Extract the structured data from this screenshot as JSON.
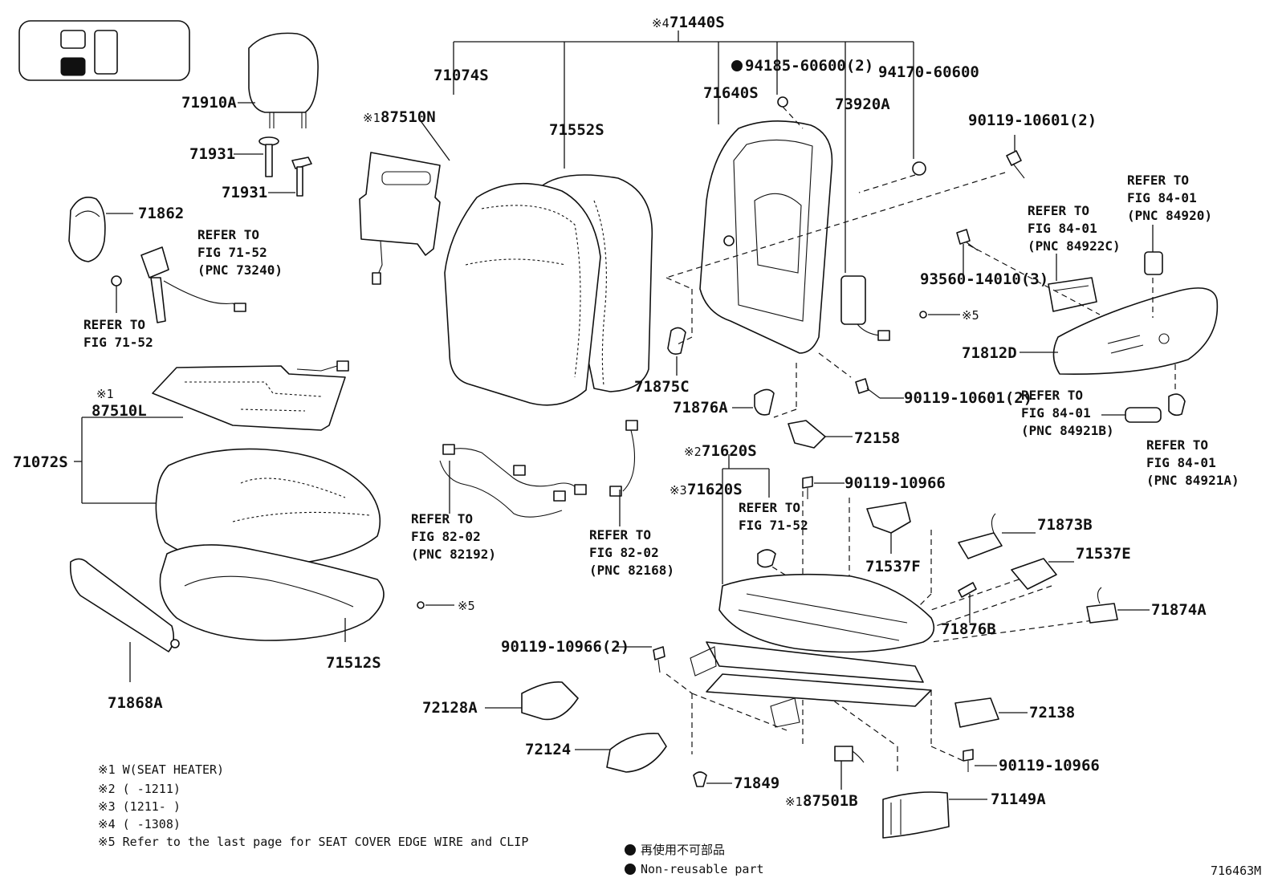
{
  "labels": {
    "assy_71440s": "71440S",
    "mark4": "※4",
    "p71074s": "71074S",
    "p87510n": "87510N",
    "mark1_a": "※1",
    "p71552s": "71552S",
    "p94185": "94185-60600(2)",
    "p94170": "94170-60600",
    "p71640s": "71640S",
    "p73920a": "73920A",
    "p90119_10601_a": "90119-10601(2)",
    "p71910a": "71910A",
    "p71931_a": "71931",
    "p71931_b": "71931",
    "p71862": "71862",
    "p93560": "93560-14010(3)",
    "p71812d": "71812D",
    "p71875c": "71875C",
    "p71876a": "71876A",
    "p90119_10601_b": "90119-10601(2)",
    "mark1_b": "※1",
    "p87510l": "87510L",
    "p71072s": "71072S",
    "p72158": "72158",
    "mark2": "※2",
    "p71620s_a": "71620S",
    "mark3": "※3",
    "p71620s_b": "71620S",
    "p90119_10966_a": "90119-10966",
    "p71873b": "71873B",
    "p71537e": "71537E",
    "p71537f": "71537F",
    "p71874a": "71874A",
    "p71876b": "71876B",
    "p71512s": "71512S",
    "p71868a": "71868A",
    "p90119_10966_b": "90119-10966(2)",
    "p72128a": "72128A",
    "p72124": "72124",
    "p72138": "72138",
    "p90119_10966_c": "90119-10966",
    "p71849": "71849",
    "mark1_c": "※1",
    "p87501b": "87501B",
    "p71149a": "71149A",
    "mark5_a": "※5",
    "mark5_b": "※5",
    "figure_code": "716463M"
  },
  "refs": {
    "belt": [
      "REFER TO",
      "FIG 71-52",
      "(PNC 73240)"
    ],
    "fig7152_left": [
      "REFER TO",
      "FIG 71-52"
    ],
    "switch_84920": [
      "REFER TO",
      "FIG 84-01",
      "(PNC 84920)"
    ],
    "switch_84922c": [
      "REFER TO",
      "FIG 84-01",
      "(PNC 84922C)"
    ],
    "switch_84921b": [
      "REFER TO",
      "FIG 84-01",
      "(PNC 84921B)"
    ],
    "switch_84921a": [
      "REFER TO",
      "FIG 84-01",
      "(PNC 84921A)"
    ],
    "wire_82192": [
      "REFER TO",
      "FIG 82-02",
      "(PNC 82192)"
    ],
    "wire_82168": [
      "REFER TO",
      "FIG 82-02",
      "(PNC 82168)"
    ],
    "fig7152_center": [
      "REFER TO",
      "FIG 71-52"
    ]
  },
  "notes": [
    "※1 W(SEAT HEATER)",
    "※2 (      -1211)",
    "※3 (1211-      )",
    "※4 (      -1308)",
    "※5 Refer to the last page for SEAT COVER EDGE WIRE and CLIP"
  ],
  "legend": {
    "jp": "再使用不可部品",
    "en": "Non-reusable part"
  },
  "colors": {
    "ink": "#111111",
    "background": "#ffffff"
  }
}
